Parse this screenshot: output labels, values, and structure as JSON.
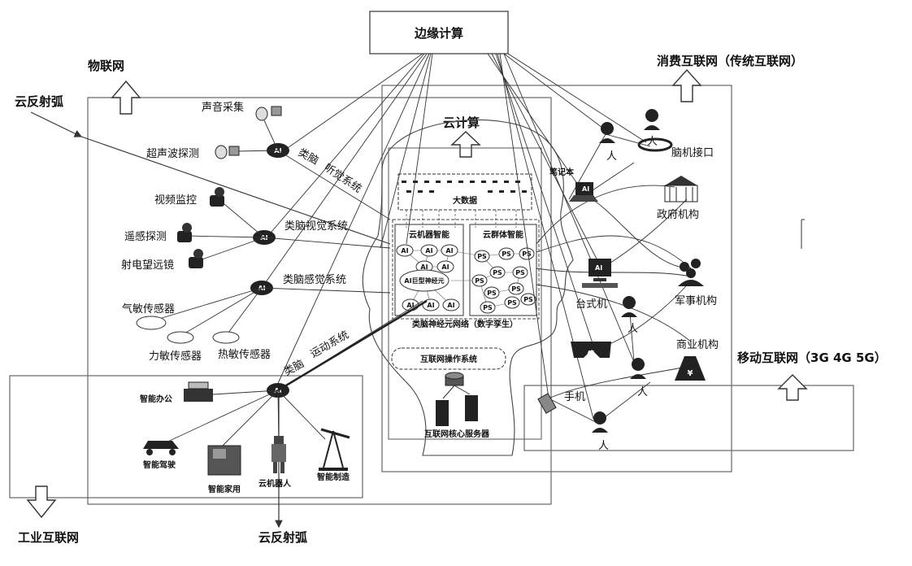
{
  "top": {
    "edge_computing": "边缘计算",
    "iot": "物联网",
    "consumer_net": "消费互联网（传统互联网）",
    "cloud_reflex_arc_top": "云反射弧",
    "cloud_computing": "云计算",
    "mobile_net": "移动互联网（3G 4G 5G）",
    "industrial_net": "工业互联网",
    "cloud_reflex_arc_bottom": "云反射弧"
  },
  "sensors": {
    "sound": "声音采集",
    "ultrasound": "超声波探测",
    "video": "视频监控",
    "remote": "遥感探测",
    "telescope": "射电望远镜",
    "gas": "气敏传感器",
    "force": "力敏传感器",
    "heat": "热敏传感器"
  },
  "systems": {
    "auditory": "类脑听觉系统",
    "auditory_parts": [
      "类脑",
      "听觉系统"
    ],
    "visual": "类脑视觉系统",
    "sensory": "类脑感觉系统",
    "motor_a": "类脑",
    "motor_b": "运动系统"
  },
  "core": {
    "big_data": "大数据",
    "cloud_machine_intel": "云机器智能",
    "cloud_group_intel": "云群体智能",
    "ai_giant_neuron": "AI巨型神经元",
    "neural_net": "类脑神经元网络（数字孪生）",
    "os": "互联网操作系统",
    "servers": "互联网核心服务器",
    "ai": "AI",
    "ps": "PS"
  },
  "right": {
    "person": "人",
    "bci": "脑机接口",
    "laptop": "笔记本",
    "gov": "政府机构",
    "desktop": "台式机",
    "military": "军事机构",
    "commercial": "商业机构",
    "phone": "手机",
    "yen": "¥"
  },
  "industry": {
    "office": "智能办公",
    "driving": "智能驾驶",
    "home": "智能家用",
    "robot": "云机器人",
    "manufacture": "智能制造"
  }
}
